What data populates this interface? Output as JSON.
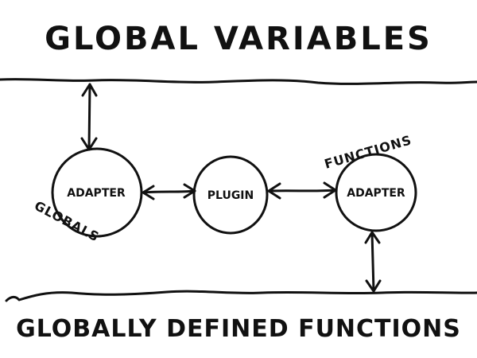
{
  "header": {
    "title": "GLOBAL VARIABLES"
  },
  "footer": {
    "title": "GLOBALLY DEFINED FUNCTIONS"
  },
  "nodes": {
    "left": {
      "label": "ADAPTER",
      "side_label": "GLOBALS"
    },
    "center": {
      "label": "PLUGIN"
    },
    "right": {
      "label": "ADAPTER",
      "side_label": "FUNCTIONS"
    }
  },
  "colors": {
    "ink": "#111111",
    "paper": "#ffffff"
  }
}
